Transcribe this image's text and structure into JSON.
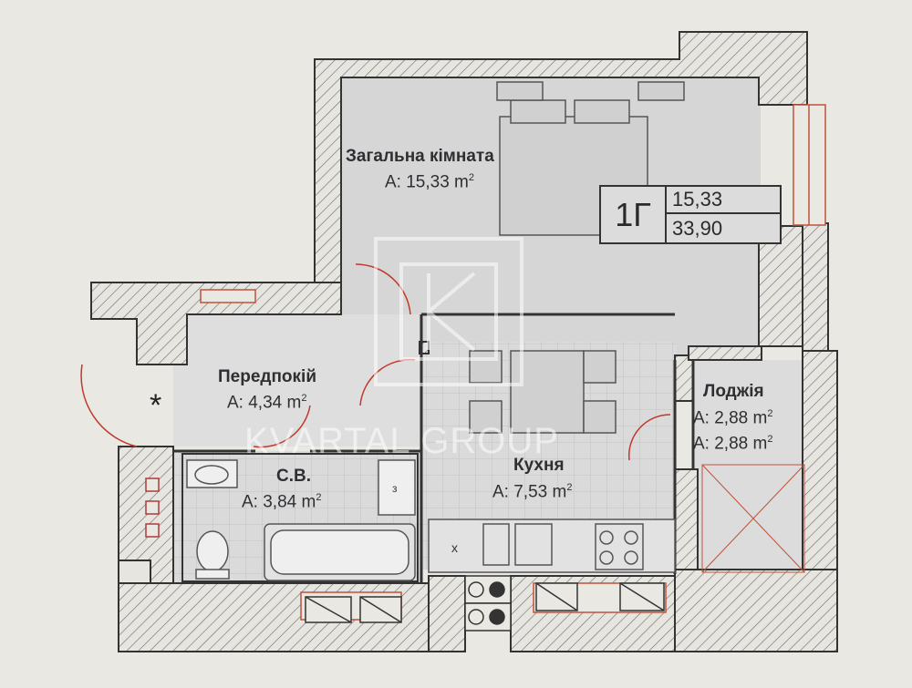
{
  "unit": {
    "code": "1Г",
    "living_area": "15,33",
    "total_area": "33,90"
  },
  "rooms": [
    {
      "name": "Загальна кімната",
      "area_prefix": "A: ",
      "area": "15,33 m",
      "sup": "2"
    },
    {
      "name": "Передпокій",
      "area_prefix": "A: ",
      "area": "4,34 m",
      "sup": "2"
    },
    {
      "name": "С.В.",
      "area_prefix": "A: ",
      "area": "3,84 m",
      "sup": "2"
    },
    {
      "name": "Кухня",
      "area_prefix": "A: ",
      "area": "7,53 m",
      "sup": "2"
    },
    {
      "name": "Лоджія",
      "area_prefix": "A: ",
      "area": "2,88 m",
      "sup": "2",
      "area2": "2,88 m",
      "sup2": "2"
    }
  ],
  "marker": "*",
  "watermark": "KVARTAL GROUP",
  "colors": {
    "wall_hatch": "#555555",
    "door_swing": "#c0392b",
    "room_fill": "#d7d7d7",
    "paper": "#e9e8e3"
  }
}
